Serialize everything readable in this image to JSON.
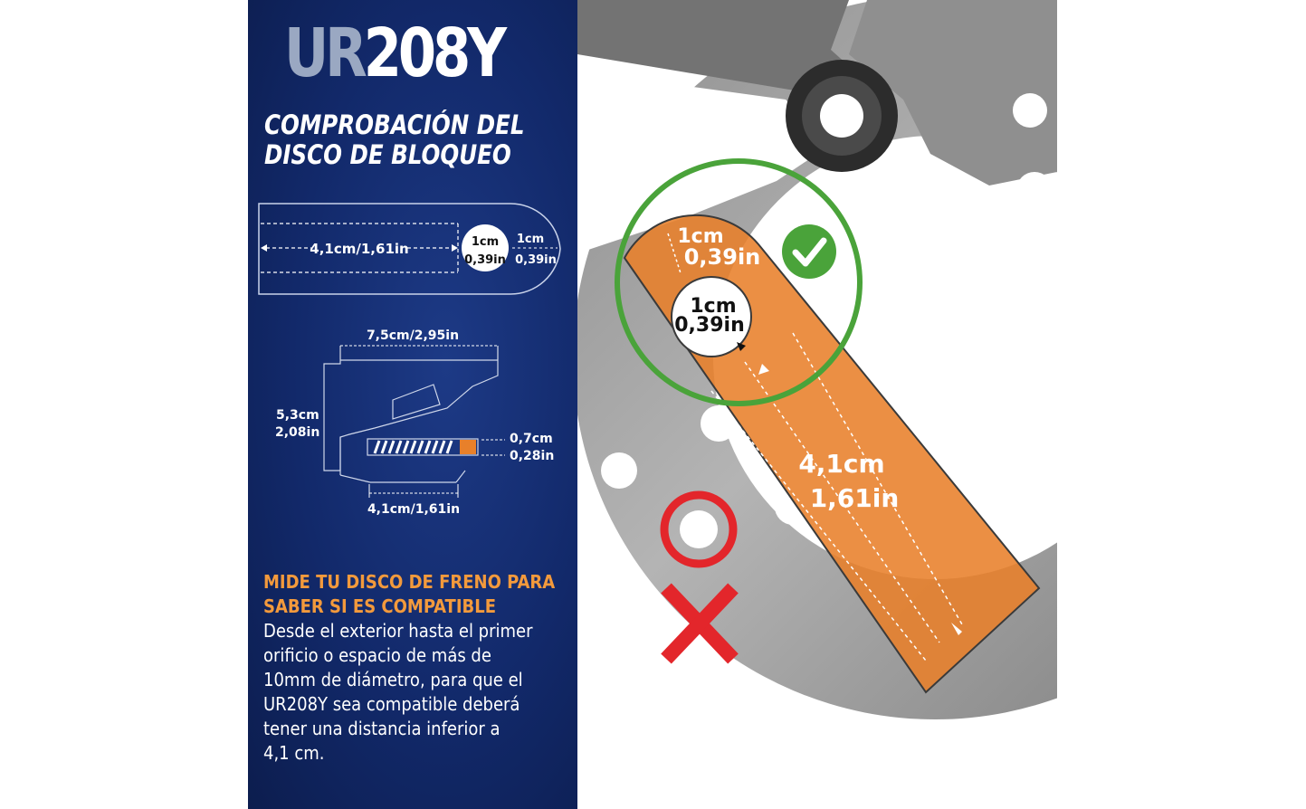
{
  "title": {
    "prefix": "UR",
    "suffix": "208Y"
  },
  "subtitle": [
    "COMPROBACIÓN DEL",
    "DISCO DE BLOQUEO"
  ],
  "pad_diagram": {
    "length_label": "4,1cm/1,61in",
    "hole_cm": "1cm",
    "hole_in": "0,39in",
    "edge_cm": "1cm",
    "edge_in": "0,39in"
  },
  "lock_diagram": {
    "width_label": "7,5cm/2,95in",
    "height_cm": "5,3cm",
    "height_in": "2,08in",
    "pin_cm": "0,7cm",
    "pin_in": "0,28in",
    "pin_length": "4,1cm/1,61in"
  },
  "instructions": {
    "heading": [
      "MIDE TU DISCO DE FRENO PARA",
      "SABER SI ES COMPATIBLE"
    ],
    "body": [
      "Desde el exterior hasta el primer",
      "orificio o espacio de más de",
      "10mm de diámetro, para que el",
      "UR208Y sea compatible deberá",
      "tener una distancia inferior a",
      "4,1 cm."
    ]
  },
  "photo_overlay": {
    "edge_cm": "1cm",
    "edge_in": "0,39in",
    "hole_cm": "1cm",
    "hole_in": "0,39in",
    "length_cm": "4,1cm",
    "length_in": "1,61in",
    "ok_icon": "checkmark-icon",
    "bad_icon": "cross-icon",
    "colors": {
      "orange": "#e8802a",
      "green": "#4aa33a",
      "red": "#e3262b",
      "navy": "#12296a"
    }
  }
}
